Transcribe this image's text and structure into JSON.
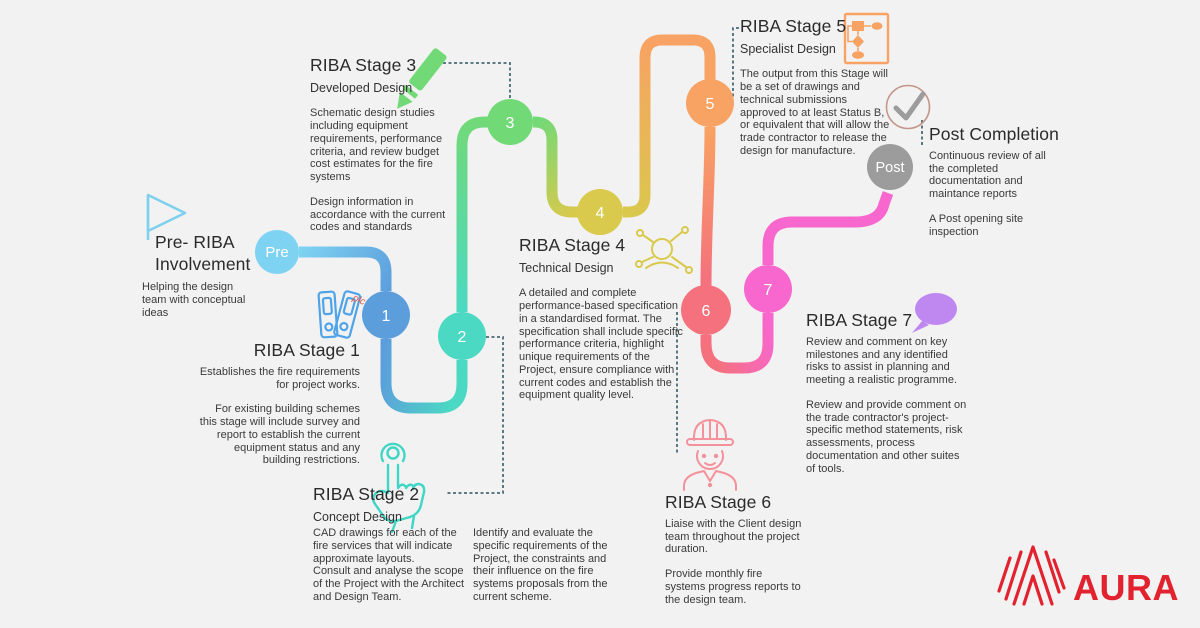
{
  "palette": {
    "background": "#f2f2f2",
    "pre": "#7ed3f2",
    "s1": "#5c9edc",
    "s2": "#4bd9c3",
    "s3": "#72d977",
    "s4": "#d9c94c",
    "s5": "#f8a263",
    "s6": "#f4717d",
    "s7": "#f767ce",
    "post": "#9c9c9c",
    "connector": "#4a6a75",
    "icon_lightblue": "#7fd0ee",
    "icon_blue": "#4fa3e8",
    "icon_teal": "#3fd6c5",
    "icon_green": "#72d977",
    "icon_yellow": "#d9c94c",
    "icon_orange": "#f8a263",
    "icon_salmon": "#f4919b",
    "icon_purple": "#bf87f0",
    "check_ring": "#c4978b",
    "check_mark": "#9c9c9c",
    "accent_red": "#e3222f",
    "decor_red": "#e05b4b"
  },
  "pre": {
    "title": "Pre- RIBA\nInvolvement",
    "body": "Helping the design team with conceptual ideas",
    "node": "Pre"
  },
  "s1": {
    "title": "RIBA Stage 1",
    "node": "1",
    "p1": "Establishes the fire requirements for project works.",
    "p2": "For existing building schemes this stage will include survey and report to establish the current equipment status and any building restrictions."
  },
  "s2": {
    "title": "RIBA Stage 2",
    "subtitle": "Concept Design",
    "node": "2",
    "p1": "CAD drawings for each of the fire services that will indicate approximate layouts.\nConsult and analyse the scope of the Project with the Architect and Design Team.",
    "p2": "Identify and evaluate the specific requirements of the Project, the constraints and their influence on the fire systems proposals from the current scheme."
  },
  "s3": {
    "title": "RIBA Stage 3",
    "subtitle": "Developed Design",
    "node": "3",
    "p1": "Schematic design studies including equipment requirements, performance criteria, and review budget cost estimates for the fire systems",
    "p2": "Design information in accordance with the current codes and standards"
  },
  "s4": {
    "title": "RIBA Stage 4",
    "subtitle": "Technical Design",
    "node": "4",
    "p1": "A detailed and complete performance-based specification in a standardised format. The specification shall include specific performance criteria, highlight unique requirements of the Project, ensure compliance with current codes and establish the equipment quality level."
  },
  "s5": {
    "title": "RIBA Stage 5",
    "subtitle": "Specialist Design",
    "node": "5",
    "p1": "The output from this Stage will be a set of drawings and technical submissions approved to at least Status B, or equivalent that will allow the trade contractor to release the design for manufacture."
  },
  "s6": {
    "title": "RIBA Stage 6",
    "node": "6",
    "p1": "Liaise with the Client design team throughout the project duration.",
    "p2": "Provide monthly fire systems progress reports to the design team."
  },
  "s7": {
    "title": "RIBA Stage 7",
    "node": "7",
    "p1": "Review and comment on key milestones and any identified risks to assist in planning and meeting a realistic programme.",
    "p2": "Review and provide comment on the trade contractor's project-specific method statements, risk assessments, process documentation and other suites of tools."
  },
  "post": {
    "title": "Post Completion",
    "node": "Post",
    "p1": "Continuous review of all the completed documentation and maintance reports",
    "p2": "A Post opening site inspection"
  },
  "decor": {
    "note": "plc."
  },
  "logo": {
    "text": "AURA"
  }
}
